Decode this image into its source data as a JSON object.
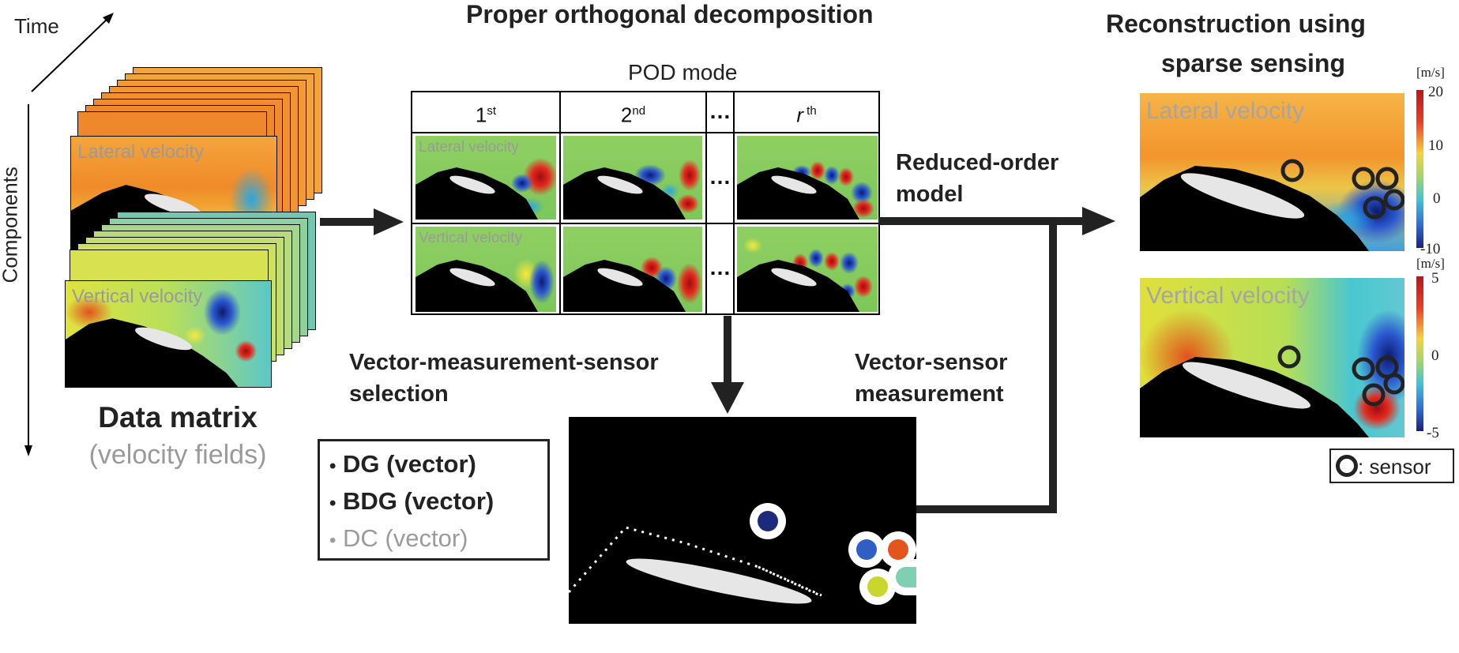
{
  "axes": {
    "time": "Time",
    "components": "Components"
  },
  "data_matrix": {
    "title": "Data matrix",
    "subtitle": "(velocity fields)",
    "lateral_label": "Lateral velocity",
    "vertical_label": "Vertical velocity"
  },
  "pod": {
    "title": "Proper orthogonal decomposition",
    "mode_label": "POD mode",
    "columns": [
      {
        "base": "1",
        "sup": "st"
      },
      {
        "base": "2",
        "sup": "nd"
      },
      {
        "base": "r",
        "sup": " th"
      }
    ],
    "ellipsis": "…",
    "lateral_label": "Lateral velocity",
    "vertical_label": "Vertical velocity"
  },
  "reduced_order": {
    "line1": "Reduced-order",
    "line2": "model"
  },
  "sensor_selection": {
    "line1": "Vector-measurement-sensor",
    "line2": "selection"
  },
  "sensor_measurement": {
    "line1": "Vector-",
    "line1b": "sensor",
    "line2": "measurement"
  },
  "methods": {
    "items": [
      {
        "bullet": "•",
        "label": "DG (vector)",
        "color": "#222222"
      },
      {
        "bullet": "•",
        "label": "BDG (vector)",
        "color": "#222222"
      },
      {
        "bullet": "•",
        "label": "DC (vector)",
        "color": "#9b9b9b"
      }
    ]
  },
  "reconstruction": {
    "title_line1": "Reconstruction using",
    "title_line2": "sparse sensing",
    "lateral_label": "Lateral velocity",
    "vertical_label": "Vertical velocity",
    "lateral_colorbar": {
      "unit": "[m/s]",
      "ticks": [
        "20",
        "10",
        "0",
        "-10"
      ]
    },
    "vertical_colorbar": {
      "unit": "[m/s]",
      "ticks": [
        "5",
        "0",
        "-5"
      ]
    },
    "legend": ": sensor"
  },
  "sensor_colors": [
    "#1b2a7a",
    "#2f5fc4",
    "#e4541d",
    "#c9d62e",
    "#7fd0b2"
  ]
}
